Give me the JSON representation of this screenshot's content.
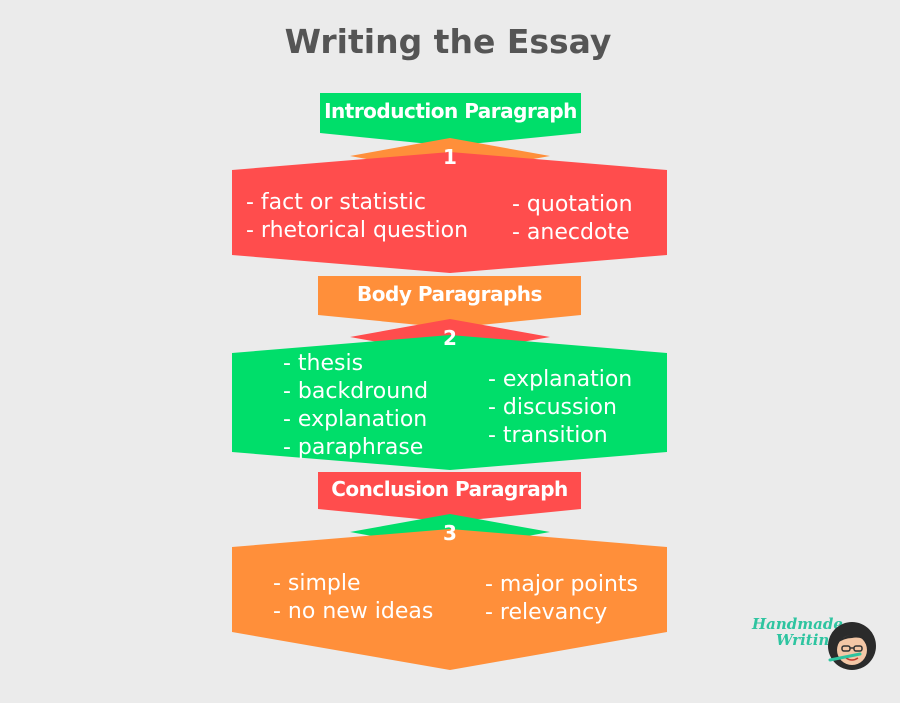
{
  "title": "Writing the Essay",
  "colors": {
    "green": "#00de6a",
    "orange": "#ff8f3a",
    "red": "#ff4d4d",
    "background": "#ebebeb"
  },
  "sections": [
    {
      "header": "Introduction Paragraph",
      "number": "1",
      "left_items": [
        "- fact or statistic",
        "- rhetorical question"
      ],
      "right_items": [
        "- quotation",
        "- anecdote"
      ]
    },
    {
      "header": "Body Paragraphs",
      "number": "2",
      "left_items": [
        "- thesis",
        "- backdround",
        "- explanation",
        "- paraphrase"
      ],
      "right_items": [
        "- explanation",
        "- discussion",
        "- transition"
      ]
    },
    {
      "header": "Conclusion Paragraph",
      "number": "3",
      "left_items": [
        "- simple",
        "- no new ideas"
      ],
      "right_items": [
        "- major points",
        "- relevancy"
      ]
    }
  ],
  "logo": {
    "line1": "Handmade",
    "line2": "Writing"
  }
}
